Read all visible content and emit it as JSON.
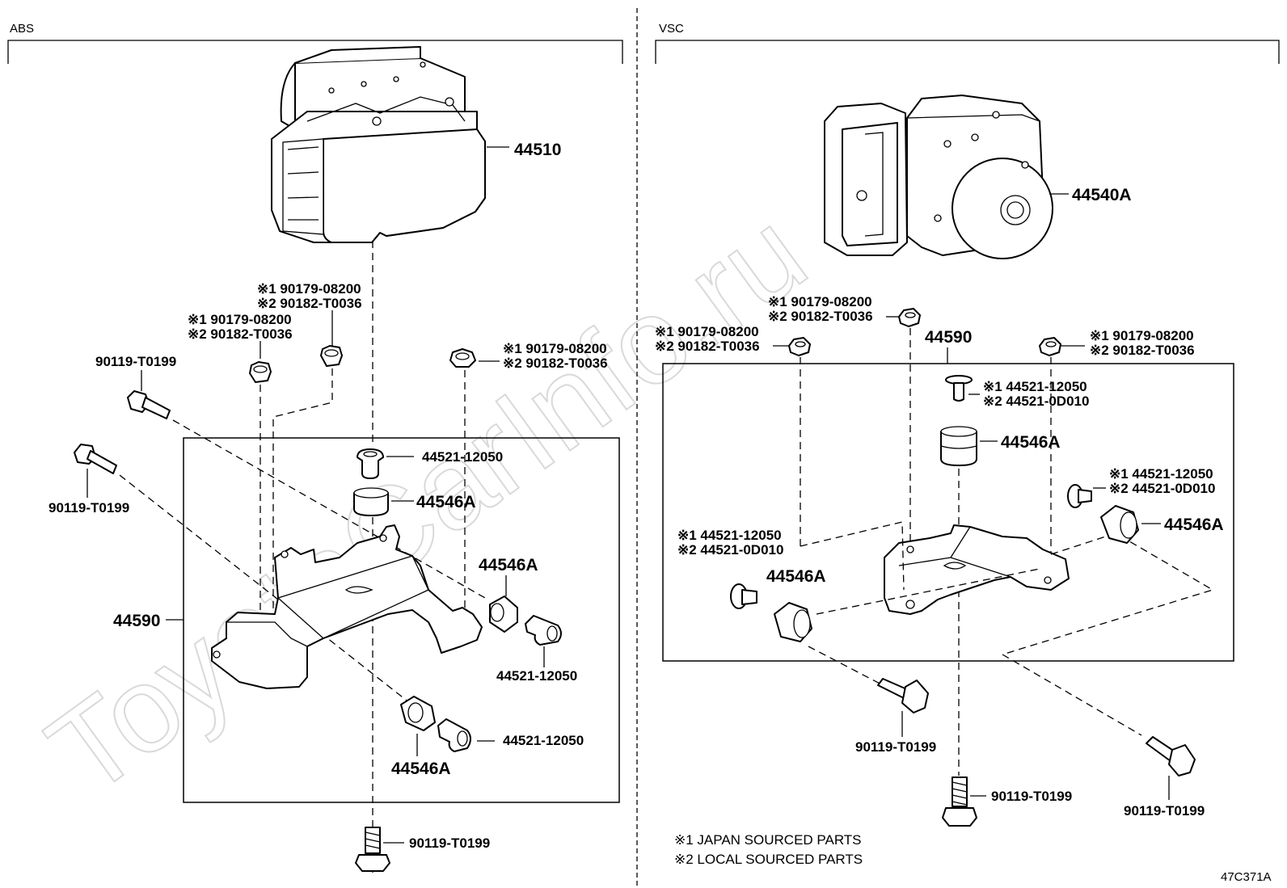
{
  "sections": {
    "abs": "ABS",
    "vsc": "VSC"
  },
  "watermark": "ToyotaCarInfo.ru",
  "abs": {
    "actuator": "44510",
    "bracket": "44590",
    "bolt_a": "90119-T0199",
    "bolt_b": "90119-T0199",
    "bolt_c": "90119-T0199",
    "nut_l1": "※1 90179-08200",
    "nut_l2": "※2 90182-T0036",
    "nut_m1": "※1 90179-08200",
    "nut_m2": "※2 90182-T0036",
    "nut_r1": "※1 90179-08200",
    "nut_r2": "※2 90182-T0036",
    "collar_top": "44521-12050",
    "cushion_top": "44546A",
    "cushion_right": "44546A",
    "collar_right": "44521-12050",
    "collar_bottom": "44521-12050",
    "cushion_bottom": "44546A"
  },
  "vsc": {
    "actuator": "44540A",
    "bracket": "44590",
    "nut_left1": "※1 90179-08200",
    "nut_left2": "※2 90182-T0036",
    "nut_mid1": "※1 90179-08200",
    "nut_mid2": "※2 90182-T0036",
    "nut_right1": "※1 90179-08200",
    "nut_right2": "※2 90182-T0036",
    "collar_top1": "※1 44521-12050",
    "collar_top2": "※2 44521-0D010",
    "cushion_top": "44546A",
    "collar_right1": "※1 44521-12050",
    "collar_right2": "※2 44521-0D010",
    "cushion_right": "44546A",
    "collar_left1": "※1 44521-12050",
    "collar_left2": "※2 44521-0D010",
    "cushion_left": "44546A",
    "bolt_a": "90119-T0199",
    "bolt_b": "90119-T0199",
    "bolt_c": "90119-T0199"
  },
  "notes": {
    "n1": "※1 JAPAN SOURCED PARTS",
    "n2": "※2 LOCAL SOURCED PARTS"
  },
  "figure_code": "47C371A"
}
